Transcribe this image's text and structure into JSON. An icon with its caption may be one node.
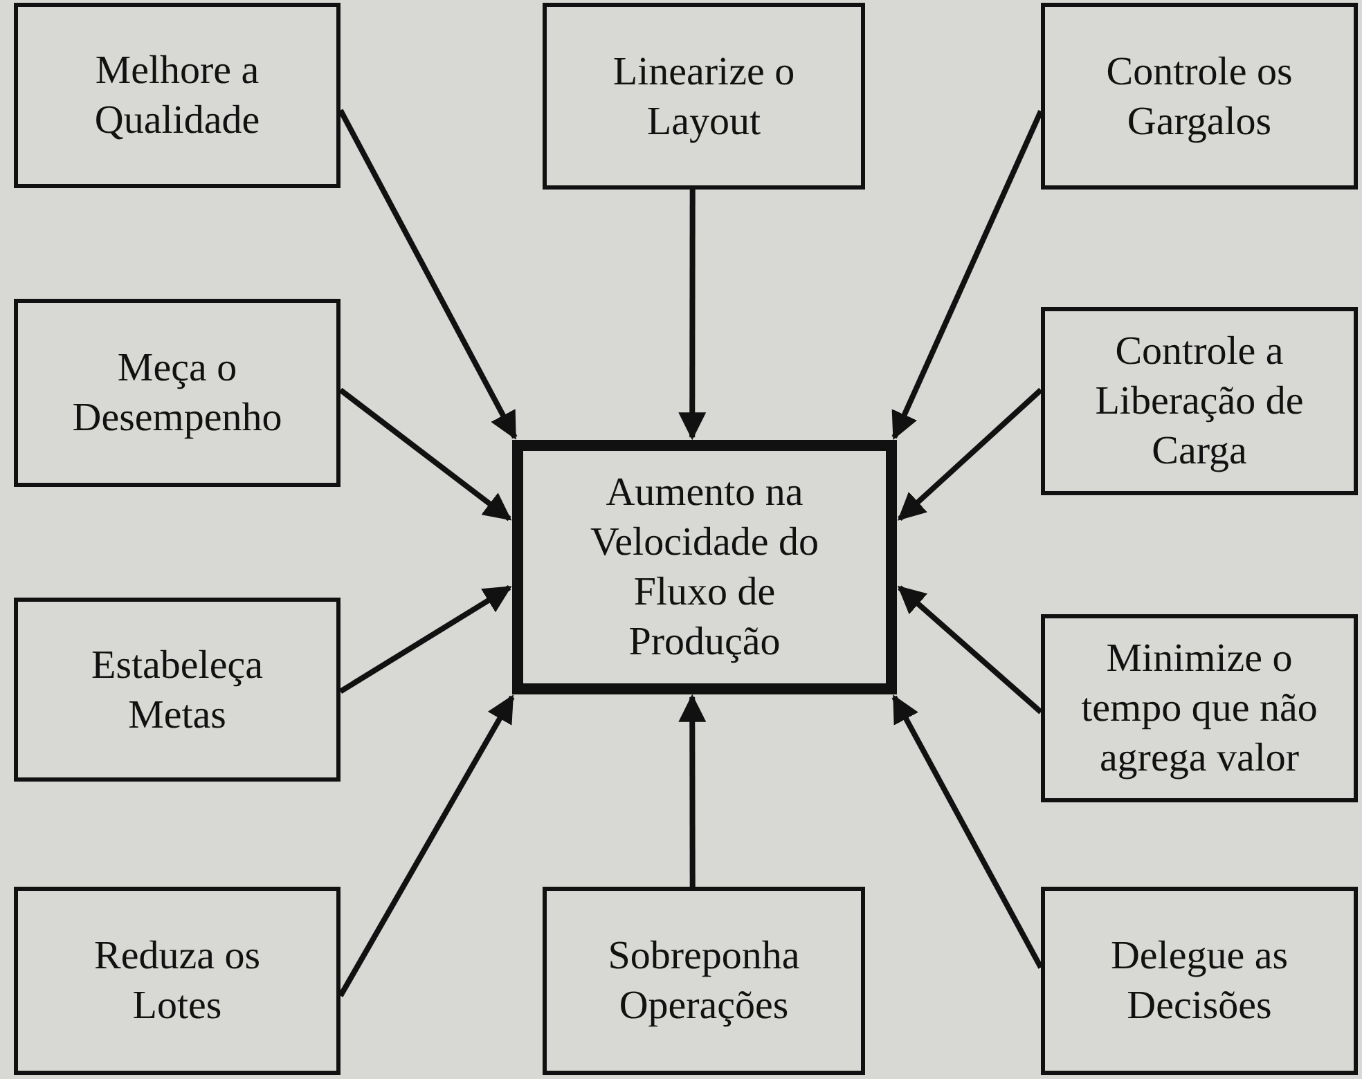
{
  "diagram": {
    "nodes": [
      {
        "text": [
          "Melhore a Qualidade"
        ]
      },
      {
        "text": [
          "Linearize o Layout"
        ]
      },
      {
        "text": [
          "Controle os Gargalos"
        ]
      },
      {
        "text": [
          "Meça o Desempenho"
        ]
      },
      {
        "text": [
          "Controle a Liberação de Carga"
        ]
      },
      {
        "text": [
          "Aumento na Velocidade do Fluxo de Produção"
        ]
      },
      {
        "text": [
          "Estabeleça Metas"
        ]
      },
      {
        "text": [
          "Minimize o tempo que não agrega valor"
        ]
      },
      {
        "text": [
          "Reduza os Lotes"
        ]
      },
      {
        "text": [
          "Sobreponha Operações"
        ]
      },
      {
        "text": [
          "Delegue as Decisões"
        ]
      }
    ],
    "edges": [
      {
        "from": 0,
        "to": 5,
        "arrow": "to"
      },
      {
        "from": 1,
        "to": 5,
        "arrow": "to"
      },
      {
        "from": 2,
        "to": 5,
        "arrow": "to"
      },
      {
        "from": 3,
        "to": 5,
        "arrow": "to"
      },
      {
        "from": 4,
        "to": 5,
        "arrow": "to"
      },
      {
        "from": 6,
        "to": 5,
        "arrow": "to"
      },
      {
        "from": 7,
        "to": 5,
        "arrow": "to"
      },
      {
        "from": 8,
        "to": 5,
        "arrow": "to"
      },
      {
        "from": 9,
        "to": 5,
        "arrow": "to"
      },
      {
        "from": 10,
        "to": 5,
        "arrow": "to"
      }
    ]
  }
}
